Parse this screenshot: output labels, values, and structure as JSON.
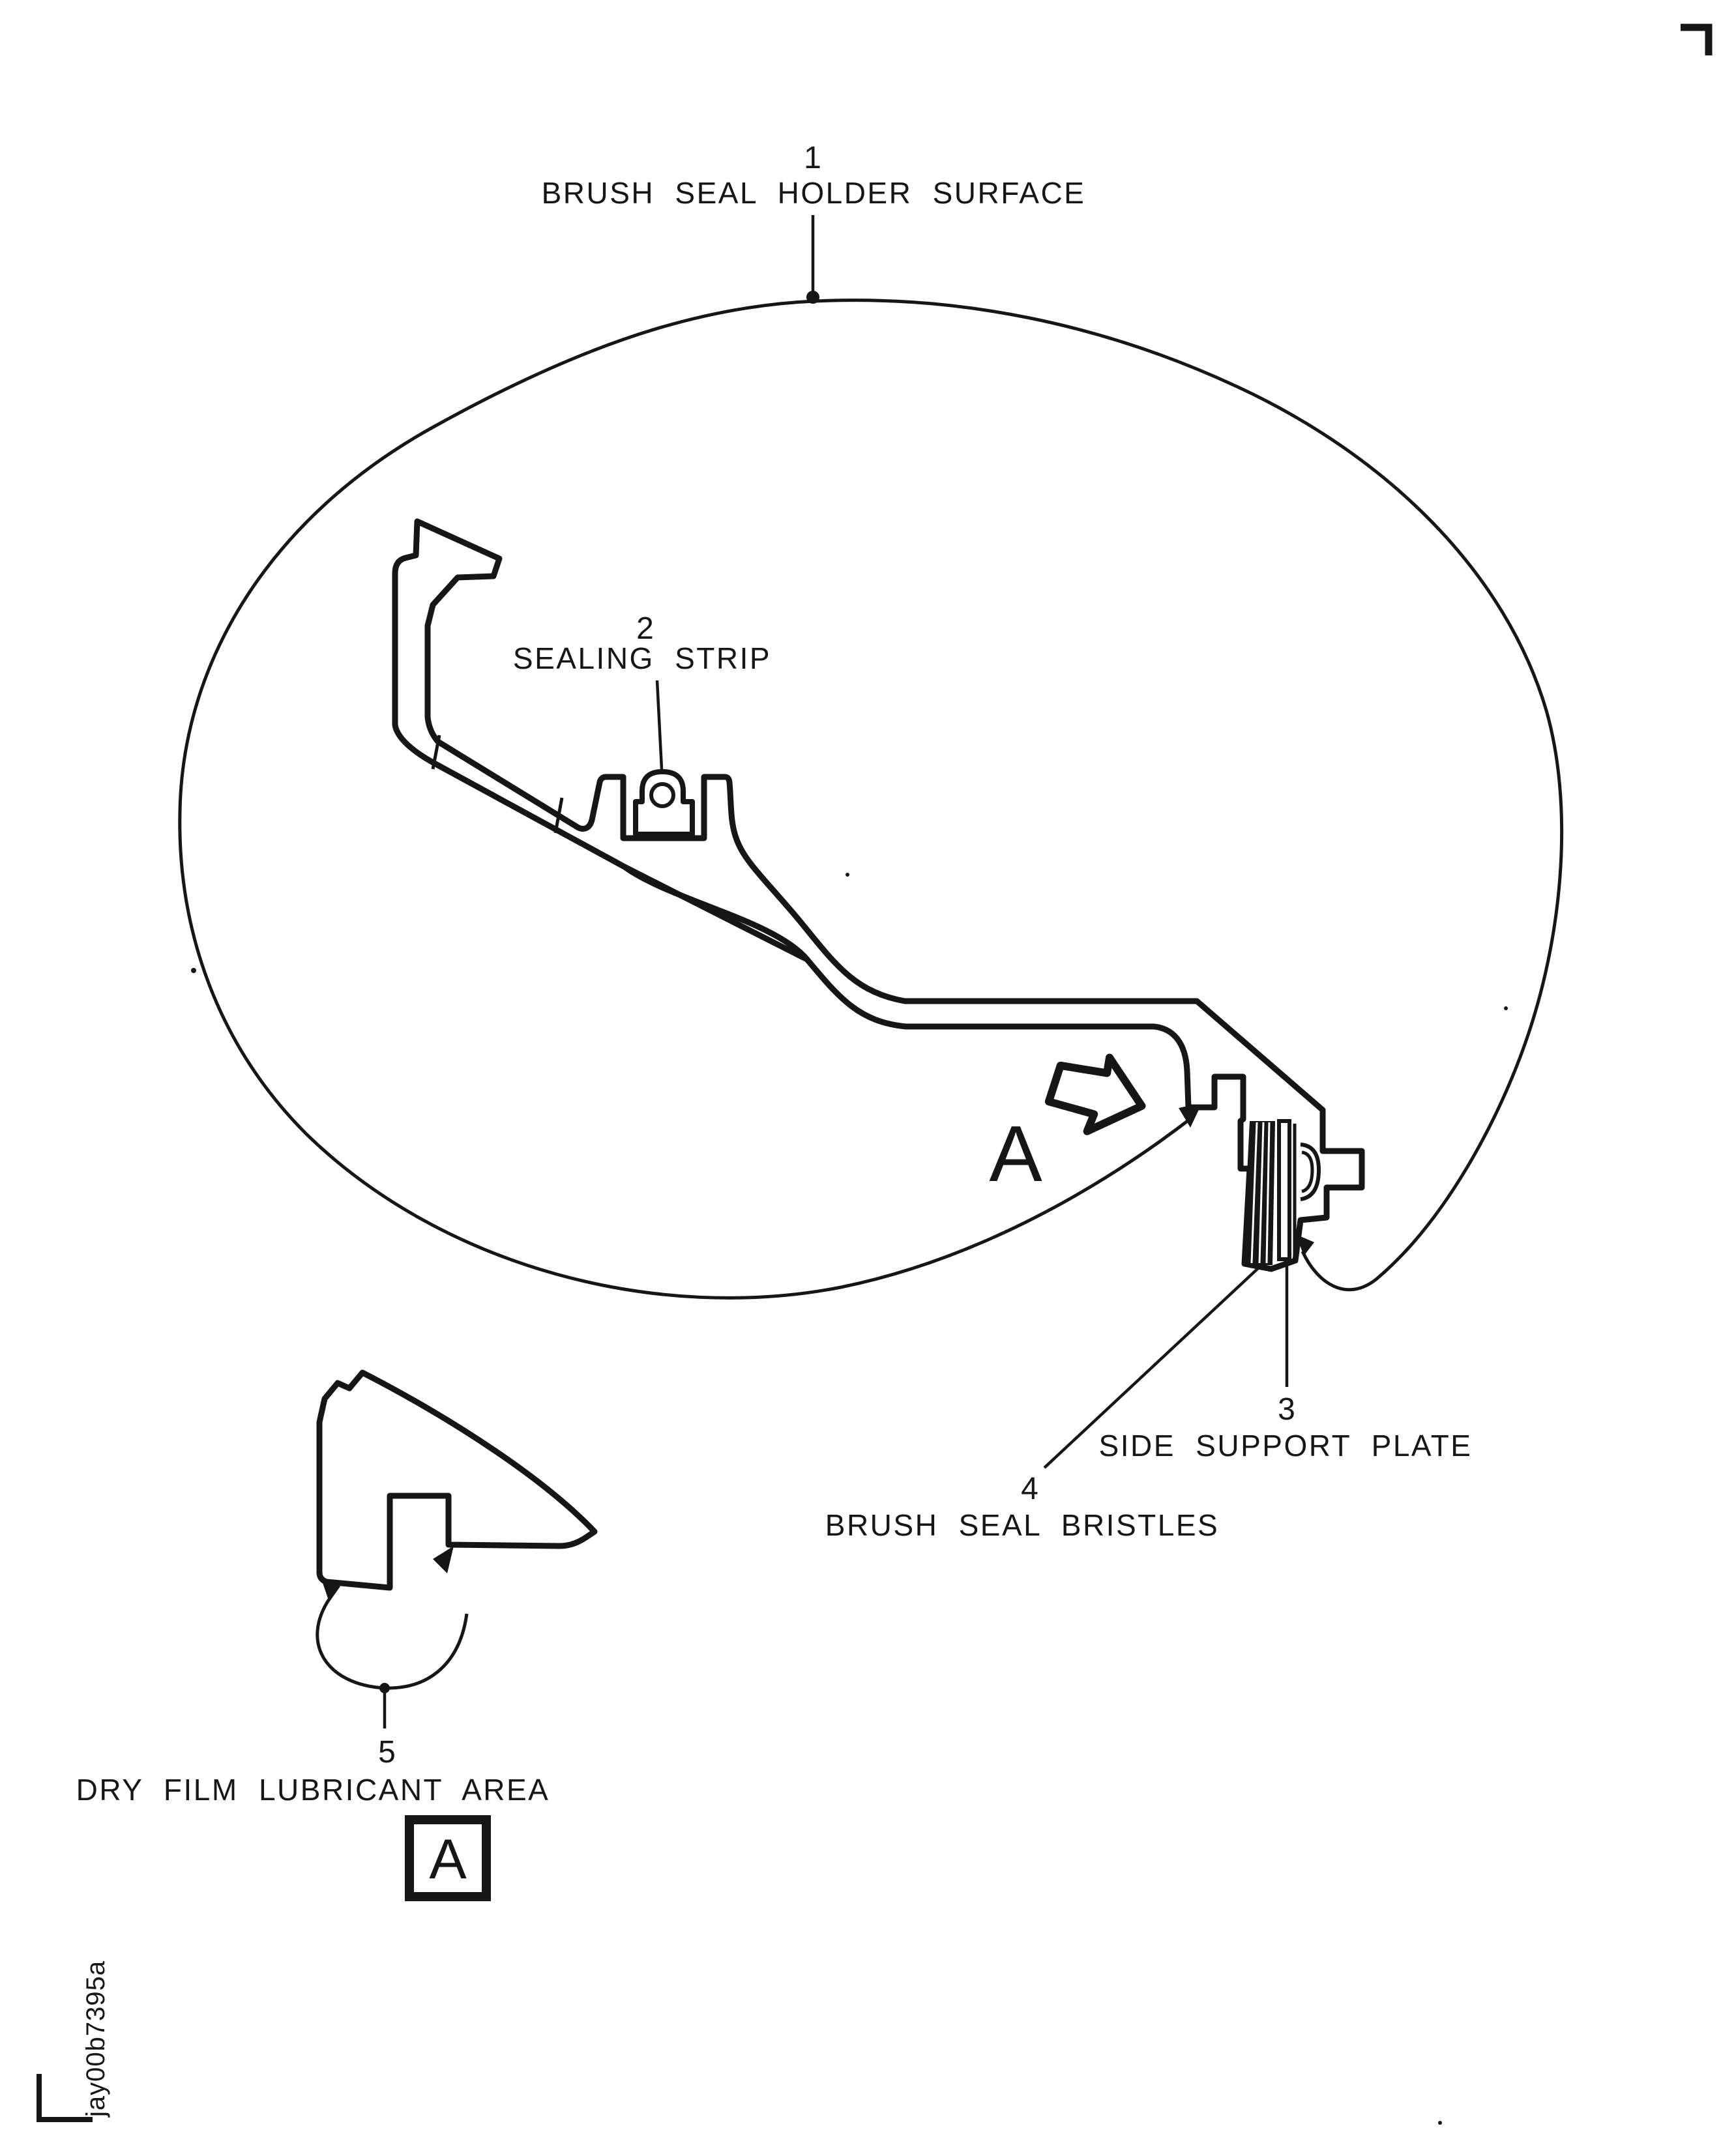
{
  "figure": {
    "callouts": [
      {
        "number": "1",
        "label": "BRUSH SEAL HOLDER SURFACE"
      },
      {
        "number": "2",
        "label": "SEALING STRIP"
      },
      {
        "number": "3",
        "label": "SIDE SUPPORT PLATE"
      },
      {
        "number": "4",
        "label": "BRUSH SEAL BRISTLES"
      },
      {
        "number": "5",
        "label": "DRY FILM LUBRICANT AREA"
      }
    ],
    "detail_arrow_letter": "A",
    "detail_box_letter": "A",
    "doc_code": "jay00b7395a",
    "line_color": "#161616"
  }
}
